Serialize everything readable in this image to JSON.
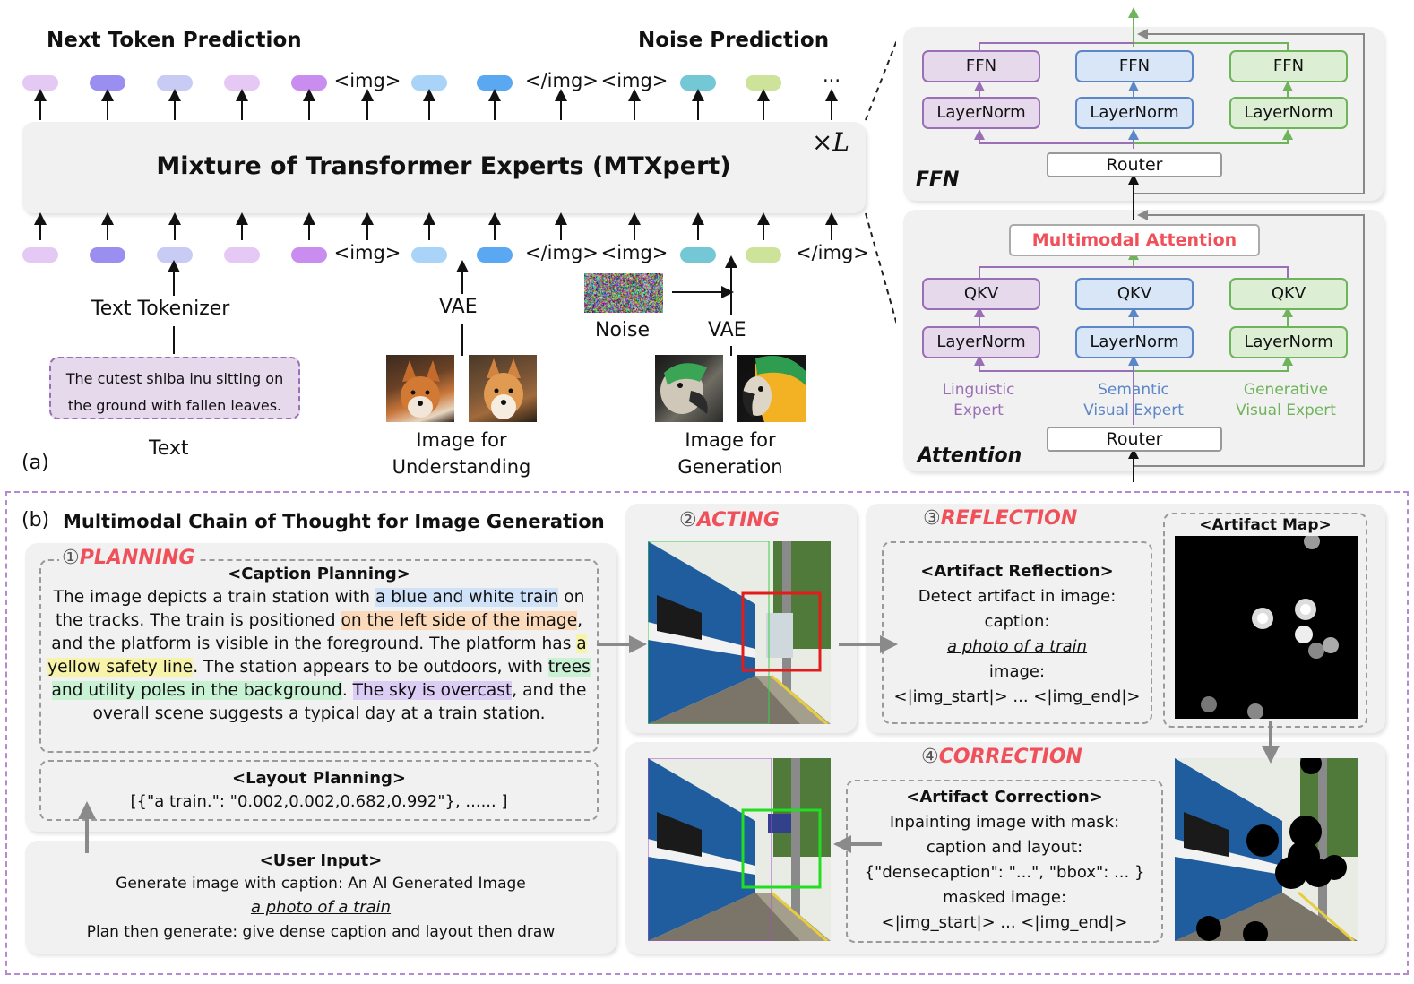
{
  "part_a": {
    "label": "(a)",
    "next_token_prediction": "Next Token Prediction",
    "noise_prediction": "Noise Prediction",
    "mtxpert_title": "Mixture of Transformer Experts (MTXpert)",
    "layers": "×L",
    "tokens": {
      "img_open": "<img>",
      "img_close": "</img>",
      "ellipsis": "···"
    },
    "text_tokenizer": "Text Tokenizer",
    "vae_understanding": "VAE",
    "vae_generation": "VAE",
    "noise": "Noise",
    "prompt": "The cutest shiba inu sitting on the ground with fallen leaves.",
    "text_label": "Text",
    "image_understanding_label": "Image for Understanding",
    "image_generation_label": "Image for Generation",
    "ffn_block": {
      "title": "FFN",
      "ffn": "FFN",
      "layernorm": "LayerNorm",
      "router": "Router"
    },
    "attention_block": {
      "title": "Attention",
      "multimodal_attention": "Multimodal Attention",
      "qkv": "QKV",
      "layernorm": "LayerNorm",
      "router": "Router",
      "experts": [
        {
          "line1": "Linguistic",
          "line2": "Expert",
          "color": "#9a6fb5"
        },
        {
          "line1": "Semantic",
          "line2": "Visual Expert",
          "color": "#5b86c7"
        },
        {
          "line1": "Generative",
          "line2": "Visual Expert",
          "color": "#6fb35a"
        }
      ]
    },
    "colors": {
      "purple": "#9a6fb5",
      "blue": "#5b86c7",
      "green": "#6fb35a",
      "accent_red": "#f0505a"
    }
  },
  "part_b": {
    "label": "(b)",
    "title": "Multimodal Chain of Thought for Image Generation",
    "planning": {
      "step": "①",
      "name": "PLANNING",
      "caption_heading": "<Caption Planning>",
      "caption_segments": [
        {
          "text": "The image depicts a train station with ",
          "hl": ""
        },
        {
          "text": "a blue and white train",
          "hl": "blue"
        },
        {
          "text": " on the tracks. The train is positioned ",
          "hl": ""
        },
        {
          "text": "on the left side of the image",
          "hl": "orange"
        },
        {
          "text": ", and the platform is visible in the foreground. The platform has ",
          "hl": ""
        },
        {
          "text": "a yellow safety line",
          "hl": "yellow"
        },
        {
          "text": ". The station appears to be outdoors, with ",
          "hl": ""
        },
        {
          "text": "trees and utility poles in the background",
          "hl": "green"
        },
        {
          "text": ". ",
          "hl": ""
        },
        {
          "text": "The sky is overcast",
          "hl": "purple"
        },
        {
          "text": ", and the overall scene suggests a typical day at a train station.",
          "hl": ""
        }
      ],
      "layout_heading": "<Layout Planning>",
      "layout_text": "[{\"a train.\": \"0.002,0.002,0.682,0.992\"}, ...... ]"
    },
    "user_input": {
      "heading": "<User Input>",
      "line1": "Generate image with caption: An AI Generated Image",
      "line2": "a photo of a train",
      "line3": "Plan then generate: give dense caption and layout then draw"
    },
    "acting": {
      "step": "②",
      "name": "ACTING"
    },
    "reflection": {
      "step": "③",
      "name": "REFLECTION",
      "heading": "<Artifact Reflection>",
      "line1": "Detect artifact in image:",
      "line2": "caption:",
      "line3": "a photo of a train",
      "line4": "image:",
      "line5": "<|img_start|> ... <|img_end|>",
      "map_title": "<Artifact Map>"
    },
    "correction": {
      "step": "④",
      "name": "CORRECTION",
      "heading": "<Artifact Correction>",
      "line1": "Inpainting image with mask:",
      "line2": "caption and layout:",
      "line3": "{\"densecaption\": \"...\", \"bbox\": ... }",
      "line4": "masked image:",
      "line5": "<|img_start|> ... <|img_end|>"
    }
  }
}
